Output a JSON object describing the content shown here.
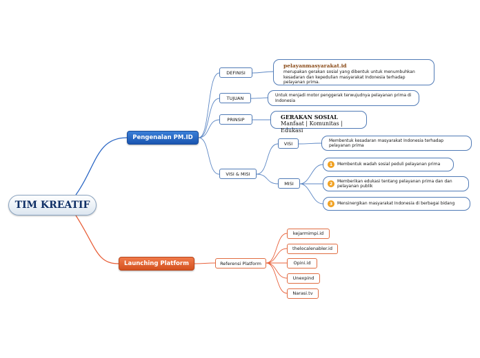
{
  "root": {
    "label": "TIM KREATIF"
  },
  "branches": {
    "pengenalan": {
      "label": "Pengenalan PM.ID",
      "definisi": {
        "label": "DEFINISI",
        "title": "pelayanmasyarakat.id",
        "text": "merupakan gerakan sosial yang dibentuk untuk menumbuhkan kesadaran dan kepedulian masyarakat Indonesia terhadap pelayanan prima."
      },
      "tujuan": {
        "label": "TUJUAN",
        "text": "Untuk menjadi motor penggerak terwujudnya pelayanan prima di Indonesia"
      },
      "prinsip": {
        "label": "PRINSIP",
        "title": "GERAKAN SOSIAL",
        "subtitle": "Manfaat | Komunitas | Edukasi"
      },
      "visimisi": {
        "label": "VISI & MISI",
        "visi": {
          "label": "VISI",
          "text": "Membentuk kesadaran masyarakat Indonesia terhadap pelayanan prima"
        },
        "misi": {
          "label": "MISI",
          "items": [
            {
              "num": "1",
              "text": "Membentuk wadah sosial peduli pelayanan prima"
            },
            {
              "num": "2",
              "text": "Memberikan edukasi tentang pelayanan prima dan dan pelayanan publik"
            },
            {
              "num": "3",
              "text": "Mensinergikan masyarakat Indonesia di berbagai bidang"
            }
          ]
        }
      }
    },
    "launching": {
      "label": "Launching Platform",
      "referensi": {
        "label": "Referensi Platform",
        "items": [
          "kejarmimpi.id",
          "thelocalenabler.id",
          "Opini.id",
          "Unexpind",
          "Narasi.tv"
        ]
      }
    }
  },
  "colors": {
    "blue": "#1a55b0",
    "orange": "#d4511f",
    "number_badge": "#f0a020"
  }
}
